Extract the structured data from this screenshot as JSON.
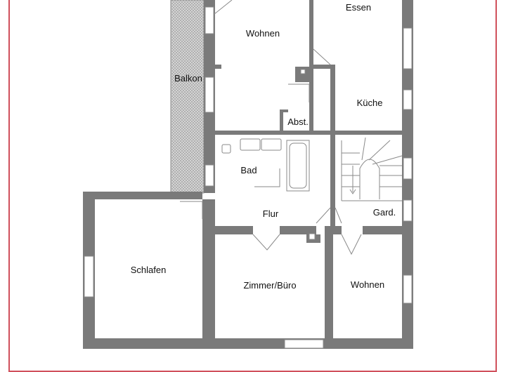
{
  "colors": {
    "wall": "#7a7a7a",
    "border": "#d0505c",
    "balcony": "#c9c9c9",
    "line": "#8a8a8a"
  },
  "rooms": {
    "essen": "Essen",
    "wohnen_top": "Wohnen",
    "balkon": "Balkon",
    "kueche": "Küche",
    "abst": "Abst.",
    "bad": "Bad",
    "flur": "Flur",
    "gard": "Gard.",
    "schlafen": "Schlafen",
    "zimmer": "Zimmer/Büro",
    "wohnen_bottom": "Wohnen"
  }
}
